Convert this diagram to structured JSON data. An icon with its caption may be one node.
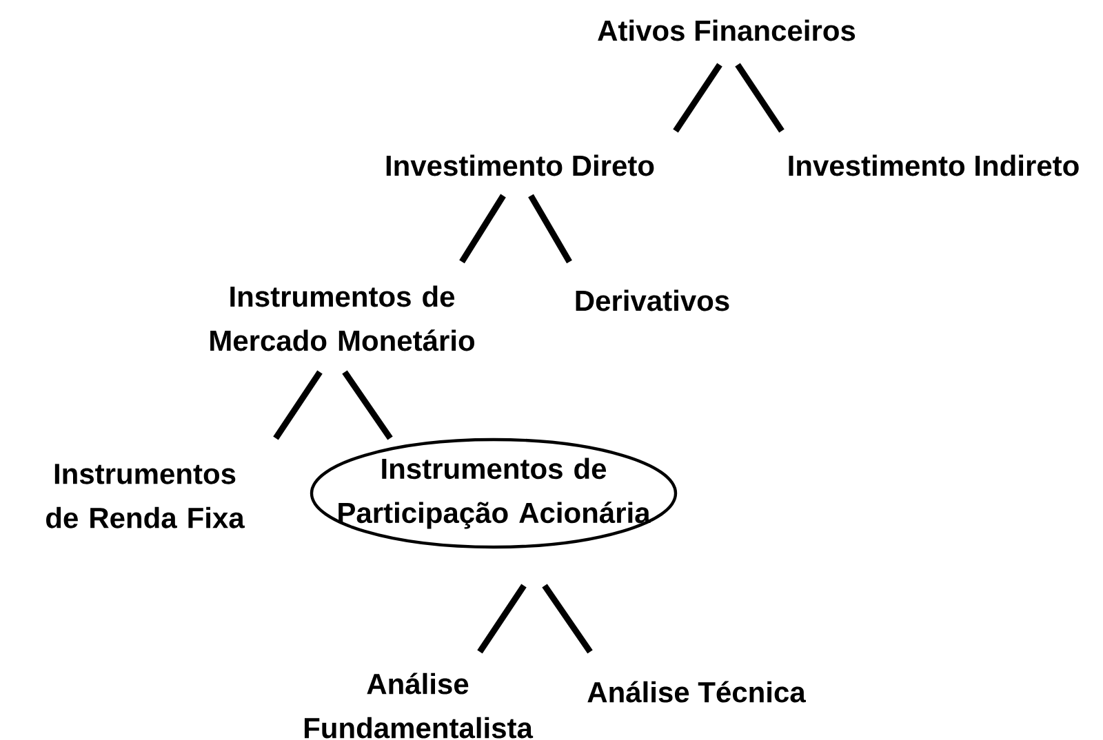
{
  "diagram": {
    "nodes": [
      {
        "text": [
          "Ativos Financeiros"
        ]
      },
      {
        "text": [
          "Investimento Direto"
        ]
      },
      {
        "text": [
          "Investimento Indireto"
        ]
      },
      {
        "text": [
          "Instrumentos de Mercado Monetário"
        ]
      },
      {
        "text": [
          "Derivativos"
        ]
      },
      {
        "text": [
          "Instrumentos de Renda Fixa"
        ]
      },
      {
        "text": [
          "Instrumentos de Participação Acionária"
        ]
      },
      {
        "text": [
          "Análise Fundamentalista"
        ]
      },
      {
        "text": [
          "Análise Técnica"
        ]
      }
    ],
    "edges": [
      {
        "from": 0,
        "to": 1,
        "arrow": "none"
      },
      {
        "from": 0,
        "to": 2,
        "arrow": "none"
      },
      {
        "from": 1,
        "to": 3,
        "arrow": "none"
      },
      {
        "from": 1,
        "to": 4,
        "arrow": "none"
      },
      {
        "from": 3,
        "to": 5,
        "arrow": "none"
      },
      {
        "from": 3,
        "to": 6,
        "arrow": "none"
      },
      {
        "from": 6,
        "to": 7,
        "arrow": "none"
      },
      {
        "from": 6,
        "to": 8,
        "arrow": "none"
      }
    ]
  }
}
